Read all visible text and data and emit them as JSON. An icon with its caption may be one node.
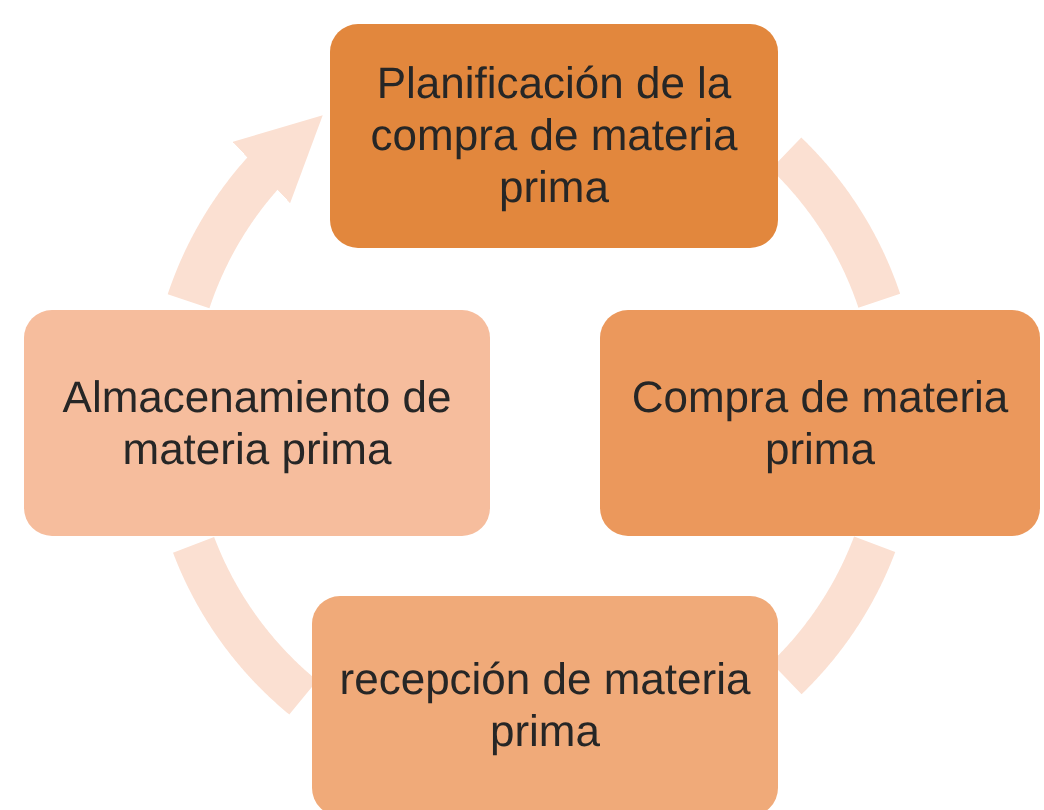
{
  "diagram": {
    "nodes": [
      {
        "text": [
          "Planificación de la compra de materia prima"
        ]
      },
      {
        "text": [
          "Compra de materia prima"
        ]
      },
      {
        "text": [
          "recepción de materia prima"
        ]
      },
      {
        "text": [
          "Almacenamiento de materia prima"
        ]
      }
    ],
    "edges": [
      {
        "from": 0,
        "to": 1,
        "arrow": "none"
      },
      {
        "from": 1,
        "to": 2,
        "arrow": "none"
      },
      {
        "from": 2,
        "to": 3,
        "arrow": "none"
      },
      {
        "from": 3,
        "to": 0,
        "arrow": "to"
      }
    ]
  }
}
